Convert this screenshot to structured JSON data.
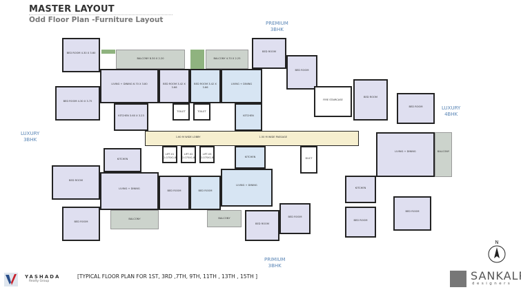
{
  "header": {
    "title": "MASTER LAYOUT",
    "subtitle": "Odd Floor Plan -Furniture Layout"
  },
  "unit_tags": {
    "premium_top": {
      "line1": "PREMIUM",
      "line2": "3BHK"
    },
    "luxury_left": {
      "line1": "LUXURY",
      "line2": "3BHK"
    },
    "luxury_right": {
      "line1": "LUXURY",
      "line2": "4BHK"
    },
    "primium_bottom": {
      "line1": "PRIMIUM",
      "line2": "3BHK"
    }
  },
  "rooms": {
    "balcony_a": "BALCONY 8.30 X 2.20",
    "balcony_b": "BALCONY 4.70 X 2.25",
    "living_a": "LIVING + DINING 6.70 X 3.80",
    "bed_a1": "BED ROOM 4.30 X 3.60",
    "bed_a2": "BED ROOM 4.30 X 3.75",
    "bed_a3": "BED ROOM 3.42 X 3.66",
    "bed_b1": "BED ROOM 3.42 X 3.66",
    "kitchen_a": "KITCHEN 3.60 X 3.23",
    "toilet": "TOILET",
    "lobby": "LOBBY",
    "lift_1": "LIFT-01 2.075X1.8",
    "lift_2": "LIFT-02 2.075X1.8",
    "lift_3": "LIFT-03 2.075X1.8",
    "wide_lobby": "1.60 M WIDE LOBBY",
    "wide_passage": "1.50 M WIDE PASSAGE",
    "living_c": "LIVING + DINING",
    "bed": "BED ROOM",
    "kitchen": "KITCHEN",
    "balcony": "BALCONY",
    "duct": "DUCT",
    "fire_staircase": "FIRE STAIRCASE"
  },
  "footer": {
    "note_prefix": "[TYPICAL FLOOR PLAN FOR 1",
    "floors": [
      "ST",
      "RD",
      "TH",
      "TH",
      "TH",
      "TH",
      "TH"
    ],
    "nums": [
      "1",
      "3",
      "7",
      "9",
      "11",
      "13",
      "15"
    ],
    "note": "[TYPICAL FLOOR PLAN FOR 1ST, 3RD ,7TH, 9TH, 11TH , 13TH , 15TH ]",
    "developer_name": "YASHADA",
    "developer_sub": "Realty Group",
    "architect_name": "SANKALP",
    "architect_sub": "designers"
  },
  "north_label": "N",
  "colors": {
    "unit_lavender": "#dfdff0",
    "unit_blue": "#d7e5f3",
    "lobby_cream": "#f6efcf",
    "balcony_grey": "#ccd3cc",
    "tag_blue": "#5a86b6"
  }
}
